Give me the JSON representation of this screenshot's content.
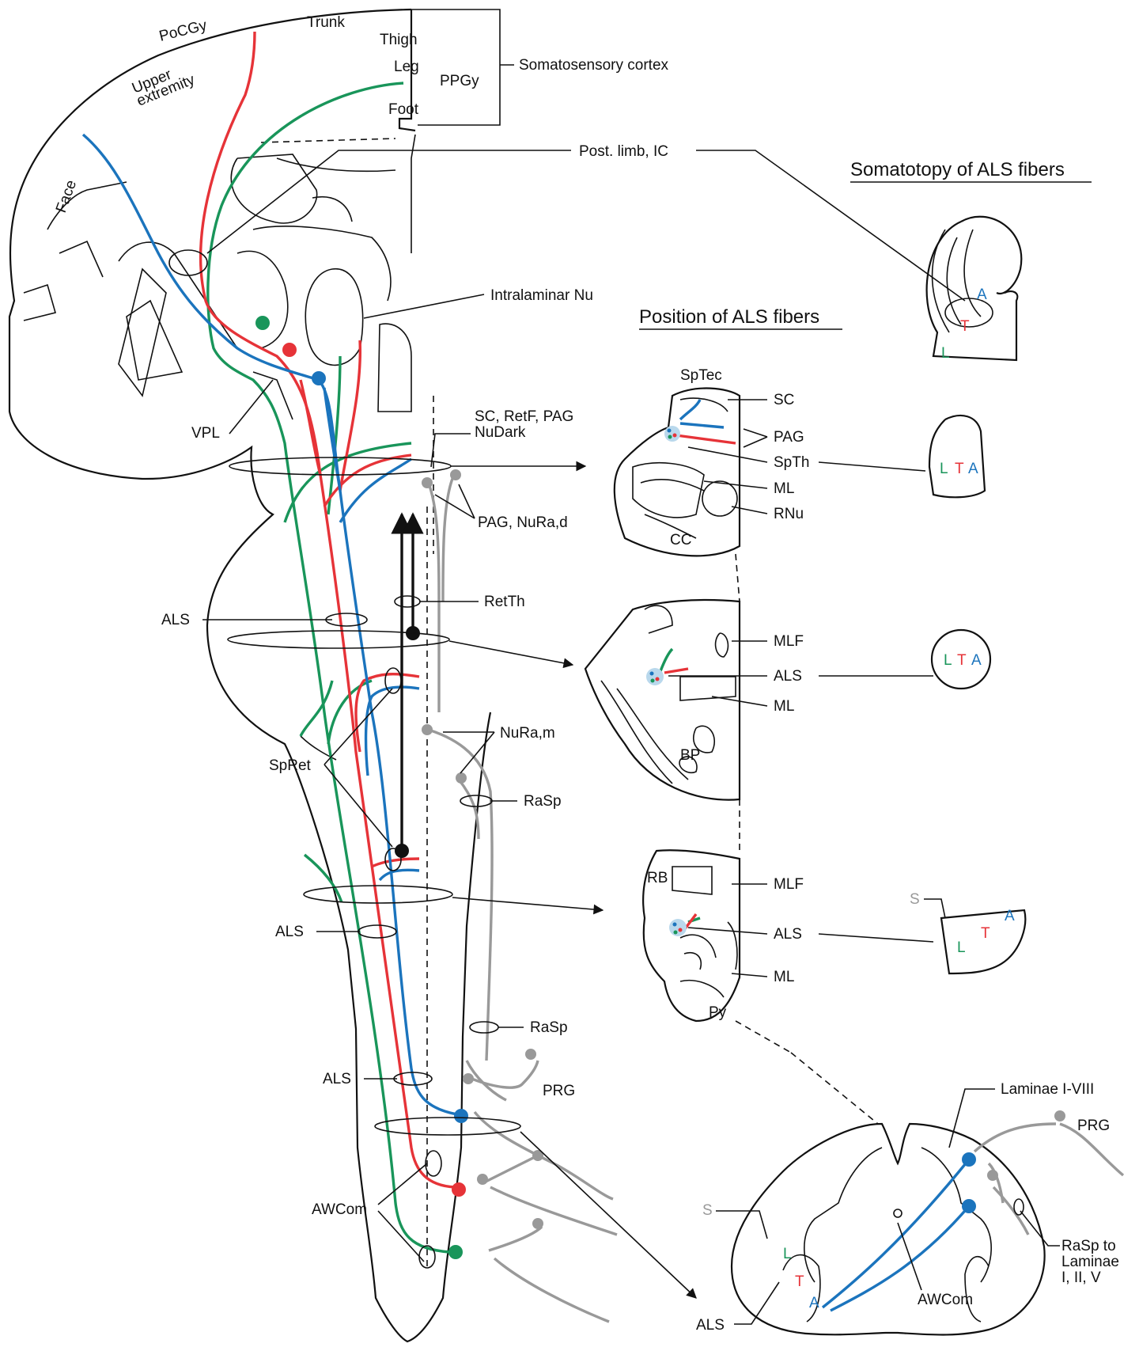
{
  "colors": {
    "leg_lumbar": "#19955a",
    "trunk_thoracic": "#e63338",
    "arm_face": "#1b74bd",
    "raphe": "#999999",
    "reticular": "#111111"
  },
  "titles": {
    "somatotopy": "Somatotopy of ALS fibers",
    "position": "Position of ALS fibers"
  },
  "cortex": {
    "pocgy": "PoCGy",
    "trunk": "Trunk",
    "thigh": "Thigh",
    "leg": "Leg",
    "foot": "Foot",
    "ppgy": "PPGy",
    "upper1": "Upper",
    "upper2": "extremity",
    "face": "Face",
    "somatosensory": "Somatosensory cortex"
  },
  "labels": {
    "postlimb": "Post. limb, IC",
    "intralaminar": "Intralaminar Nu",
    "vpl": "VPL",
    "sc_retf_pag": "SC, RetF, PAG",
    "nudark": "NuDark",
    "pag_nura": "PAG, NuRa,d",
    "retth": "RetTh",
    "als1": "ALS",
    "spret": "SpRet",
    "nuram": "NuRa,m",
    "rasp1": "RaSp",
    "als2": "ALS",
    "rasp2": "RaSp",
    "als3": "ALS",
    "prg1": "PRG",
    "awcom1": "AWCom"
  },
  "midbrain": {
    "sptec": "SpTec",
    "sc": "SC",
    "pag": "PAG",
    "spth": "SpTh",
    "ml": "ML",
    "rnu": "RNu",
    "cc": "CC"
  },
  "pons": {
    "mlf": "MLF",
    "als": "ALS",
    "ml": "ML",
    "bp": "BP"
  },
  "medulla": {
    "rb": "RB",
    "mlf": "MLF",
    "als": "ALS",
    "ml": "ML",
    "py": "Py"
  },
  "cord": {
    "laminae": "Laminae I-VIII",
    "prg": "PRG",
    "s": "S",
    "l": "L",
    "t": "T",
    "a": "A",
    "awcom": "AWCom",
    "rasp_line1": "RaSp to",
    "rasp_line2": "Laminae",
    "rasp_line3": "I, II, V",
    "als": "ALS"
  },
  "somatotopy": {
    "ic": {
      "a": "A",
      "t": "T",
      "l": "L"
    },
    "midbrain": {
      "l": "L",
      "t": "T",
      "a": "A"
    },
    "pons": {
      "l": "L",
      "t": "T",
      "a": "A"
    },
    "medulla": {
      "s": "S",
      "a": "A",
      "t": "T",
      "l": "L"
    }
  }
}
